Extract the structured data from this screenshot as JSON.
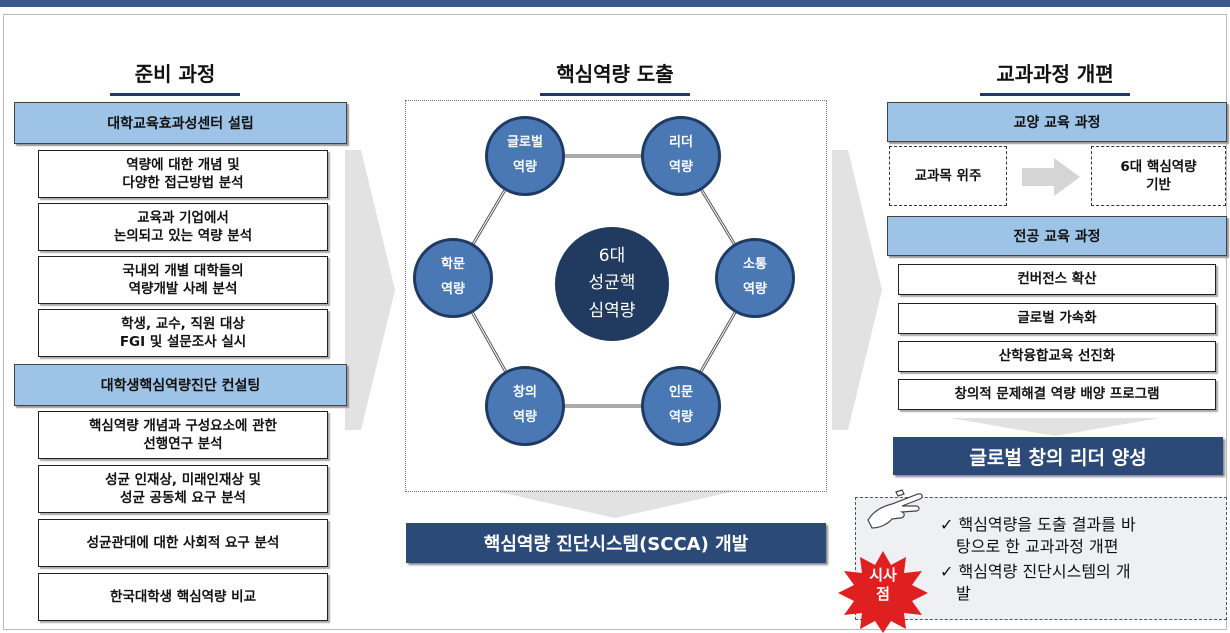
{
  "columns": {
    "left_title": "준비 과정",
    "middle_title": "핵심역량 도출",
    "right_title": "교과과정 개편"
  },
  "left": {
    "header1": "대학교육효과성센터 설립",
    "items1": [
      [
        "역량에 대한 개념 및",
        "다양한 접근방법 분석"
      ],
      [
        "교육과 기업에서",
        "논의되고 있는 역량 분석"
      ],
      [
        "국내외 개별 대학들의",
        "역량개발 사례 분석"
      ],
      [
        "학생, 교수, 직원 대상",
        "FGI 및 설문조사 실시"
      ]
    ],
    "header2": "대학생핵심역량진단 컨설팅",
    "items2": [
      [
        "핵심역량 개념과 구성요소에 관한",
        "선행연구 분석"
      ],
      [
        "성균 인재상, 미래인재상 및",
        "성균 공동체 요구 분석"
      ],
      [
        "성균관대에 대한 사회적 요구 분석"
      ],
      [
        "한국대학생 핵심역량 비교"
      ]
    ]
  },
  "middle": {
    "center": [
      "6대",
      "성균핵",
      "심역량"
    ],
    "nodes": [
      {
        "line1": "글로벌",
        "line2": "역량"
      },
      {
        "line1": "리더",
        "line2": "역량"
      },
      {
        "line1": "소통",
        "line2": "역량"
      },
      {
        "line1": "인문",
        "line2": "역량"
      },
      {
        "line1": "창의",
        "line2": "역량"
      },
      {
        "line1": "학문",
        "line2": "역량"
      }
    ],
    "bottom_banner": "핵심역량 진단시스템(SCCA) 개발"
  },
  "right": {
    "header1": "교양 교육 과정",
    "from_box": "교과목 위주",
    "to_box": [
      "6대 핵심역량",
      "기반"
    ],
    "header2": "전공 교육 과정",
    "items": [
      "컨버전스 확산",
      "글로벌 가속화",
      "산학융합교육 선진화",
      "창의적 문제해결 역량 배양 프로그램"
    ],
    "result_banner": "글로벌 창의 리더 양성"
  },
  "note": {
    "lines": [
      "✓ 핵심역량을 도출 결과를 바",
      "탕으로 한 교과과정 개편",
      "✓ 핵심역량 진단시스템의 개",
      "발"
    ],
    "badge": [
      "시사",
      "점"
    ]
  },
  "colors": {
    "header_fill": "#9dc3e6",
    "node_fill": "#4a78b5",
    "dark_navy": "#213a60",
    "banner": "#2b4a78",
    "badge_red": "#e02020"
  }
}
